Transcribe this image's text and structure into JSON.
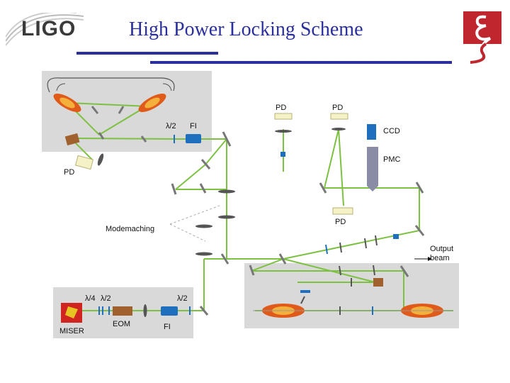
{
  "header": {
    "title": "High Power Locking Scheme",
    "logo_text": "LIGO"
  },
  "labels": {
    "lambda_half_top": "λ/2",
    "fi_top": "FI",
    "pd_left": "PD",
    "pd_top1": "PD",
    "pd_top2": "PD",
    "ccd": "CCD",
    "pmc": "PMC",
    "pd_mid": "PD",
    "modematching": "Modemaching",
    "output_beam_1": "Output",
    "output_beam_2": "beam",
    "lambda_quarter": "λ/4",
    "lambda_half_left": "λ/2",
    "lambda_half_right": "λ/2",
    "miser": "MISER",
    "eom": "EOM",
    "fi_bottom": "FI"
  },
  "colors": {
    "title": "#2b2f9b",
    "beam": "#7dc142",
    "panel": "#d9d9d9",
    "component_blue": "#1f6fbf",
    "eom_brown": "#a0612f"
  }
}
